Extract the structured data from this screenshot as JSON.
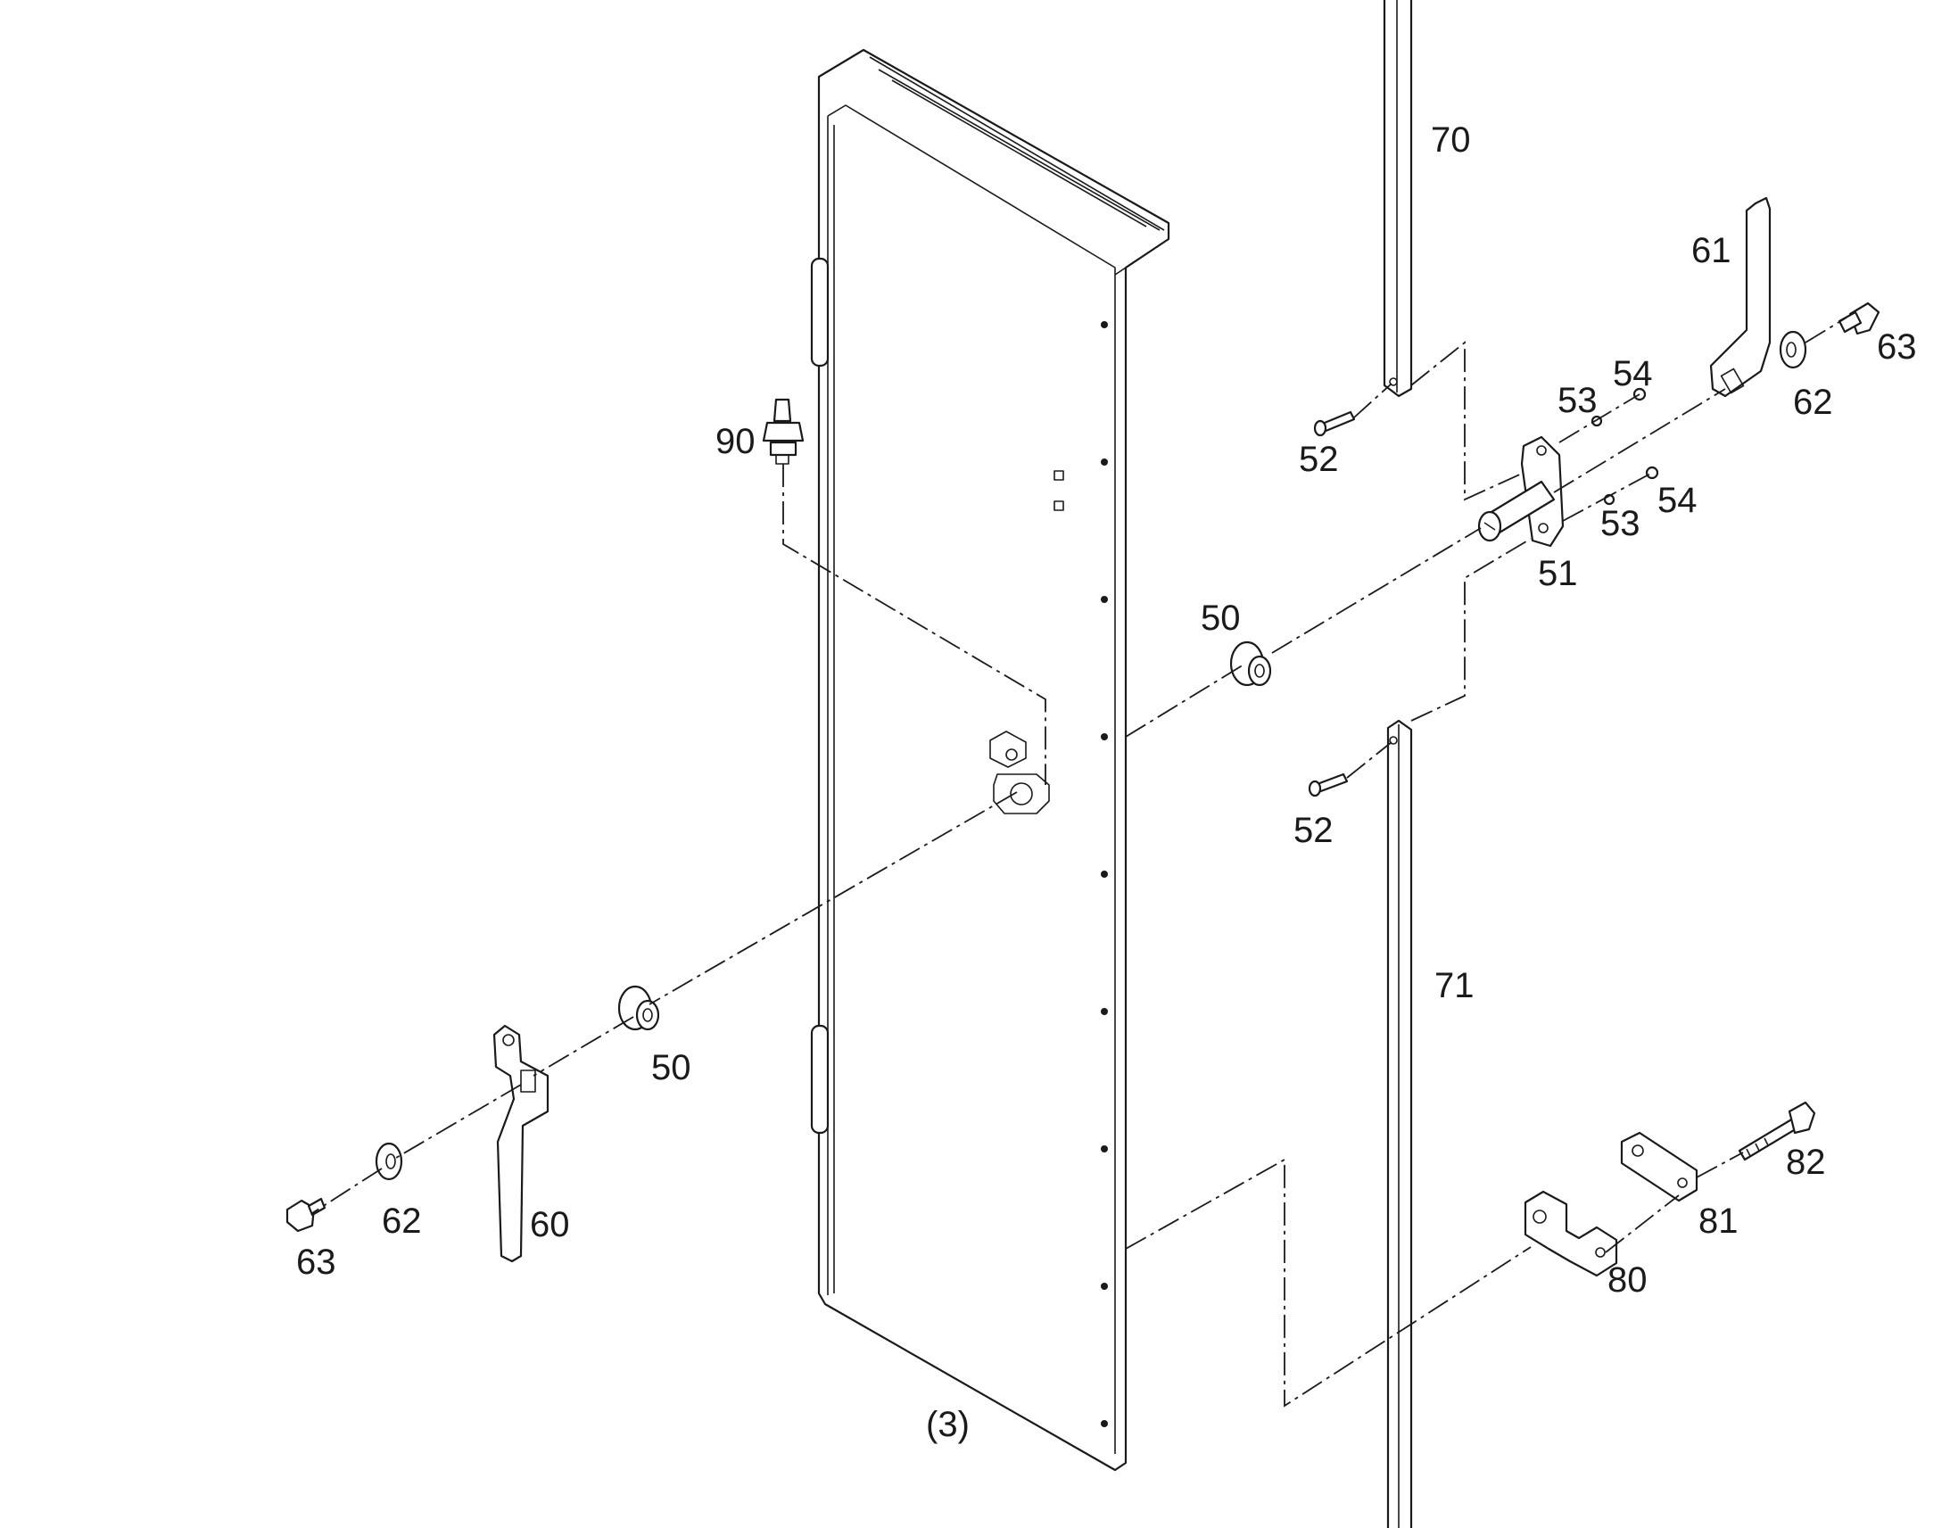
{
  "callouts": {
    "c70": "70",
    "c71": "71",
    "c61": "61",
    "c63_right": "63",
    "c62_right": "62",
    "c53_upper": "53",
    "c54_upper": "54",
    "c53_lower": "53",
    "c54_lower": "54",
    "c51": "51",
    "c52_upper": "52",
    "c52_lower": "52",
    "c50_right": "50",
    "c50_left": "50",
    "c90": "90",
    "c60": "60",
    "c62_left": "62",
    "c63_left": "63",
    "c82": "82",
    "c81": "81",
    "c80": "80",
    "c3": "(3)"
  },
  "colors": {
    "line": "#1a1a1a",
    "background": "#ffffff"
  }
}
